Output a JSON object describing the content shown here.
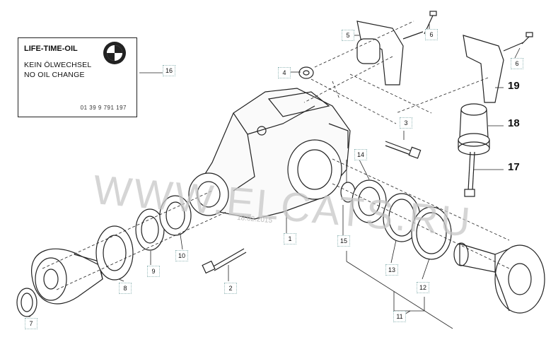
{
  "label_card": {
    "title": "LIFE-TIME-OIL",
    "line1": "KEIN ÖLWECHSEL",
    "line2": "NO OIL CHANGE",
    "part_number": "01 39 9 791 197",
    "logo_text": "BMW"
  },
  "watermark": {
    "text": "WWW.ELCATS.RU",
    "stamp": "18.02.2015"
  },
  "callouts": {
    "c1": "1",
    "c2": "2",
    "c3": "3",
    "c4": "4",
    "c5": "5",
    "c6a": "6",
    "c6b": "6",
    "c7": "7",
    "c8": "8",
    "c9": "9",
    "c10": "10",
    "c11": "11",
    "c12": "12",
    "c13": "13",
    "c14": "14",
    "c15": "15",
    "c16": "16",
    "c17": "17",
    "c18": "18",
    "c19": "19"
  },
  "colors": {
    "line": "#222222",
    "watermark": "#c8c8c8"
  }
}
